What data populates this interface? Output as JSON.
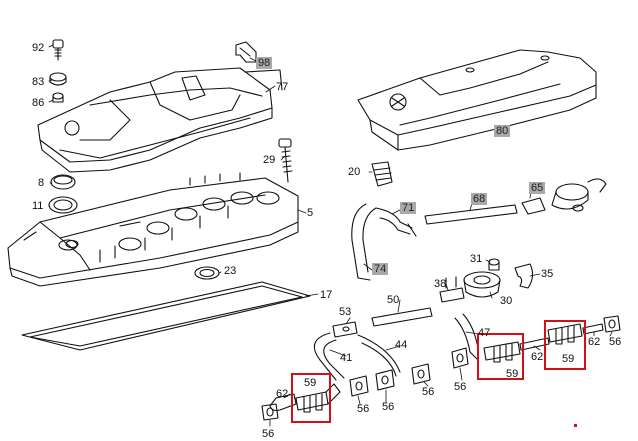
{
  "callouts": {
    "c92": "92",
    "c83": "83",
    "c86": "86",
    "c98": "98",
    "c77": "77",
    "c29": "29",
    "c8": "8",
    "c11": "11",
    "c5": "5",
    "c23": "23",
    "c17": "17",
    "c80": "80",
    "c20": "20",
    "c71": "71",
    "c68": "68",
    "c65": "65",
    "c74": "74",
    "c31": "31",
    "c35": "35",
    "c38": "38",
    "c30": "30",
    "c50": "50",
    "c53": "53",
    "c47": "47",
    "c41": "41",
    "c44": "44",
    "c62a": "62",
    "c59a": "59",
    "c56a": "56",
    "c56b": "56",
    "c56c": "56",
    "c56d": "56",
    "c56e": "56",
    "c59b": "59",
    "c62b": "62",
    "c59c": "59",
    "c62c": "62",
    "c56f": "56"
  },
  "colors": {
    "highlight": "#a9a9a9",
    "box": "#d0111b",
    "ink": "#111111"
  }
}
